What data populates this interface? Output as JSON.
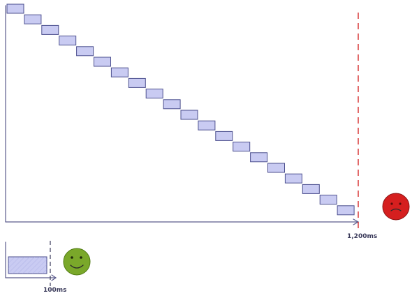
{
  "long_diagram": {
    "step_count": 20,
    "deadline_label": "1,200ms",
    "deadline_color": "#d62a2a",
    "face_color": "#d51f1f",
    "face_icon": "sad-face-icon"
  },
  "short_diagram": {
    "step_count": 1,
    "deadline_label": "100ms",
    "deadline_color": "#3a3a5a",
    "face_color": "#7aa82a",
    "face_icon": "happy-face-icon"
  },
  "colors": {
    "block_fill": "#c9cbf2",
    "block_stroke": "#4c4f8e",
    "axis": "#5a5a8c"
  }
}
